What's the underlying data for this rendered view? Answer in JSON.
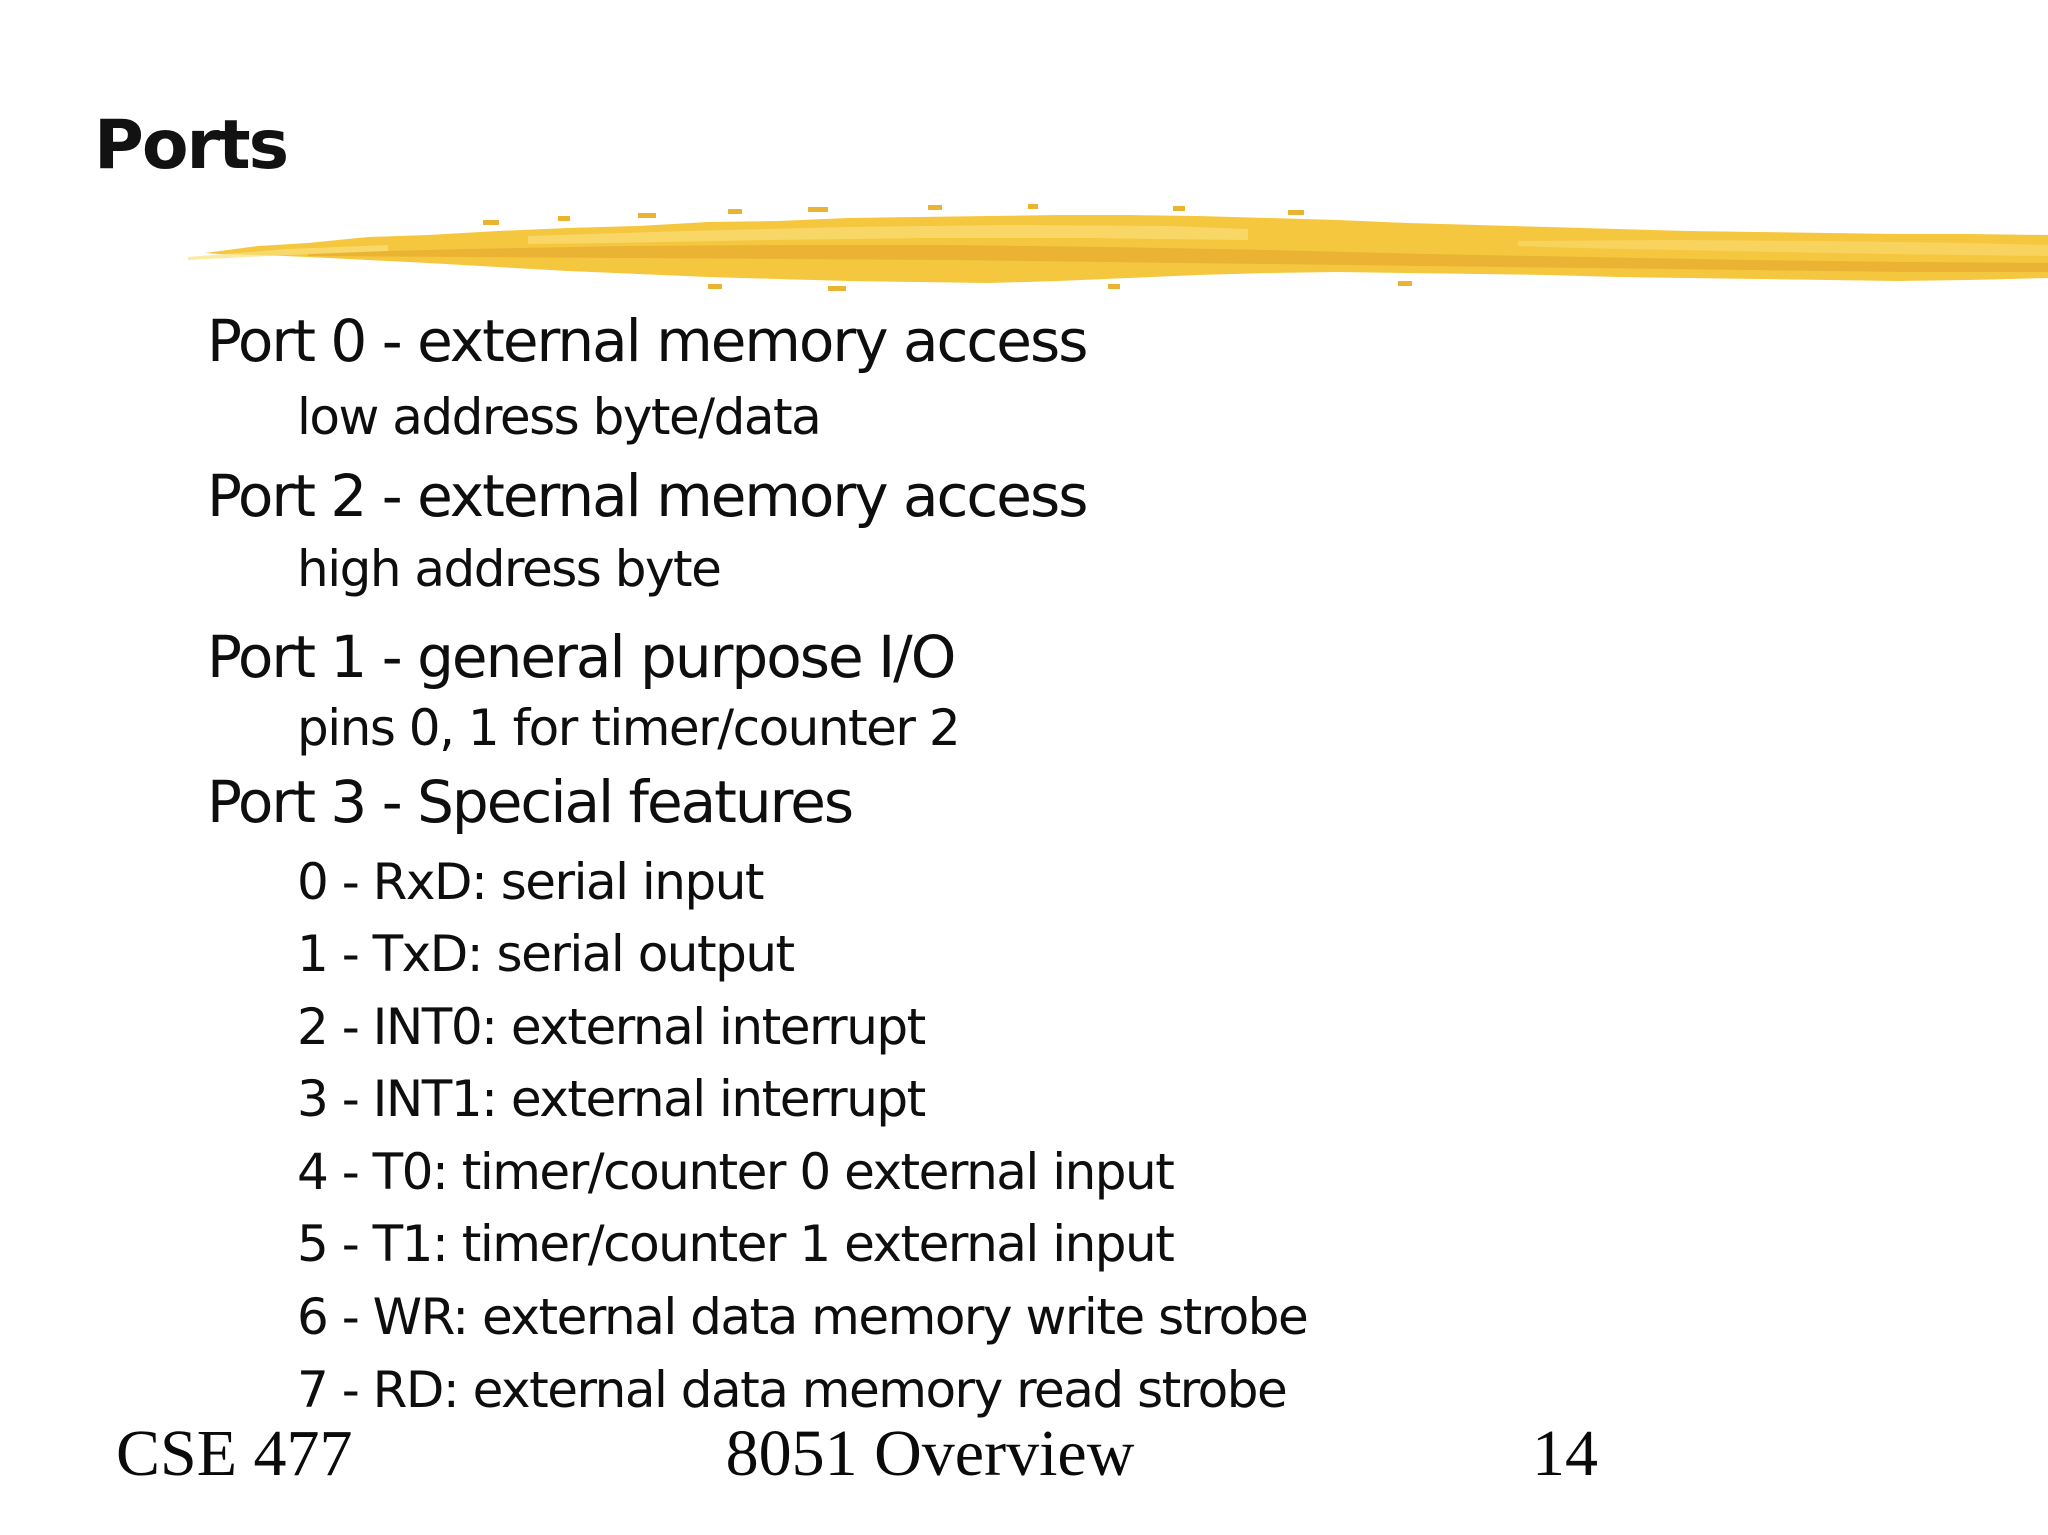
{
  "slide": {
    "title": "Ports"
  },
  "content": {
    "lines": [
      {
        "level": 1,
        "text": "Port 0 - external memory access"
      },
      {
        "level": 2,
        "text": "low address byte/data"
      },
      {
        "level": 1,
        "text": "Port 2 - external memory access"
      },
      {
        "level": 2,
        "text": "high address byte"
      },
      {
        "level": 1,
        "text": "Port 1 - general purpose I/O"
      },
      {
        "level": 2,
        "text": "pins 0, 1 for timer/counter 2"
      },
      {
        "level": 1,
        "text": "Port 3 - Special features"
      },
      {
        "level": 2,
        "text": "0 - RxD: serial input"
      },
      {
        "level": 2,
        "text": "1 - TxD: serial output"
      },
      {
        "level": 2,
        "text": "2 - INT0: external interrupt"
      },
      {
        "level": 2,
        "text": "3 - INT1: external interrupt"
      },
      {
        "level": 2,
        "text": "4 - T0: timer/counter 0 external input"
      },
      {
        "level": 2,
        "text": "5 - T1: timer/counter 1 external input"
      },
      {
        "level": 2,
        "text": "6 - WR: external data memory write strobe"
      },
      {
        "level": 2,
        "text": "7 - RD: external data memory read strobe"
      }
    ]
  },
  "footer": {
    "course": "CSE 477",
    "deck_title": "8051 Overview",
    "page_number": "14"
  },
  "colors": {
    "background": "#ffffff",
    "text": "#0e0e0e",
    "brush_gold": "#f5c73f",
    "brush_gold_dark": "#e0a32c",
    "brush_gold_light": "#fbe07d",
    "brush_speckle": "#eab332"
  }
}
